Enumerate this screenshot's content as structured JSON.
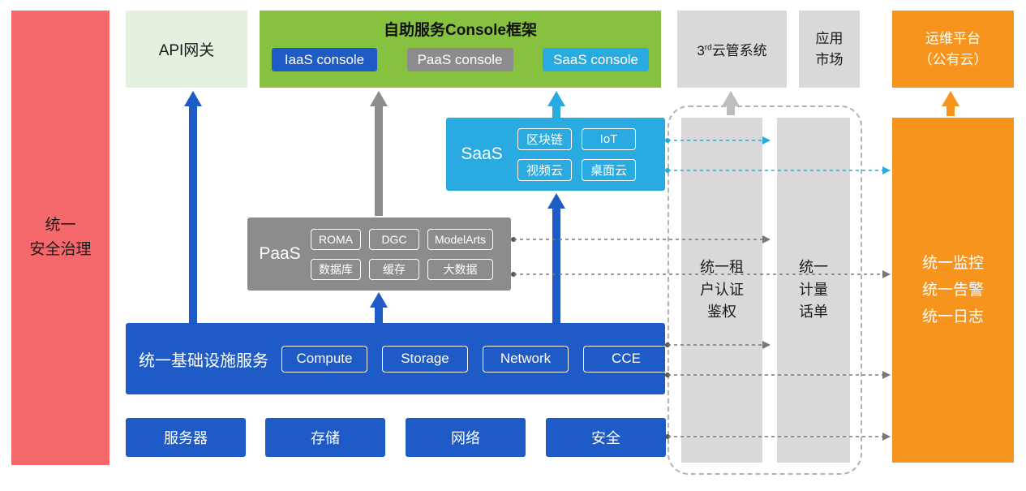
{
  "security_bar": {
    "label": "统一\n安全治理"
  },
  "api_gateway": {
    "label": "API网关"
  },
  "console_frame": {
    "title": "自助服务Console框架",
    "buttons": [
      {
        "label": "IaaS console",
        "color": "#1E5BC6"
      },
      {
        "label": "PaaS console",
        "color": "#8C8C8C"
      },
      {
        "label": "SaaS console",
        "color": "#29ABE2"
      }
    ]
  },
  "third_party": {
    "prefix": "3",
    "sup": "rd",
    "suffix": "云管系统"
  },
  "app_market": {
    "label": "应用\n市场"
  },
  "ops_platform": {
    "label": "运维平台\n（公有云）"
  },
  "saas": {
    "label": "SaaS",
    "chips": [
      "区块链",
      "IoT",
      "视频云",
      "桌面云"
    ]
  },
  "paas": {
    "label": "PaaS",
    "chips": [
      "ROMA",
      "DGC",
      "ModelArts",
      "数据库",
      "缓存",
      "大数据"
    ]
  },
  "infrastructure": {
    "label": "统一基础设施服务",
    "chips": [
      "Compute",
      "Storage",
      "Network",
      "CCE"
    ]
  },
  "hardware": {
    "items": [
      "服务器",
      "存储",
      "网络",
      "安全"
    ]
  },
  "auth_bar": {
    "label": "统一租\n户认证\n鉴权"
  },
  "metering_bar": {
    "label": "统一\n计量\n话单"
  },
  "monitoring_bar": {
    "label": "统一监控\n统一告警\n统一日志"
  },
  "colors": {
    "blue": "#1E5BC6",
    "cyan": "#29ABE2",
    "green": "#87C140",
    "light_green": "#E4F1DE",
    "gray": "#8C8C8C",
    "light_gray": "#D9D9D9",
    "orange": "#F7941E",
    "red": "#F5696C"
  }
}
